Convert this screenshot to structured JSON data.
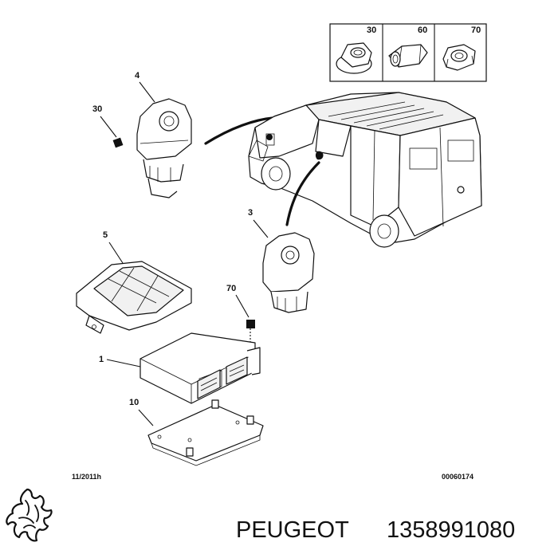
{
  "diagram": {
    "legend": [
      {
        "number": "30",
        "icon": "flange-nut-icon"
      },
      {
        "number": "60",
        "icon": "sleeve-nut-icon"
      },
      {
        "number": "70",
        "icon": "hex-nut-icon"
      }
    ],
    "callouts": {
      "part_4": "4",
      "part_30": "30",
      "part_3": "3",
      "part_5": "5",
      "part_70": "70",
      "part_1": "1",
      "part_10": "10"
    },
    "date_code": "11/2011h",
    "diagram_code": "00060174"
  },
  "footer": {
    "brand": "PEUGEOT",
    "part_number": "1358991080",
    "logo_icon": "peugeot-lion-logo"
  }
}
